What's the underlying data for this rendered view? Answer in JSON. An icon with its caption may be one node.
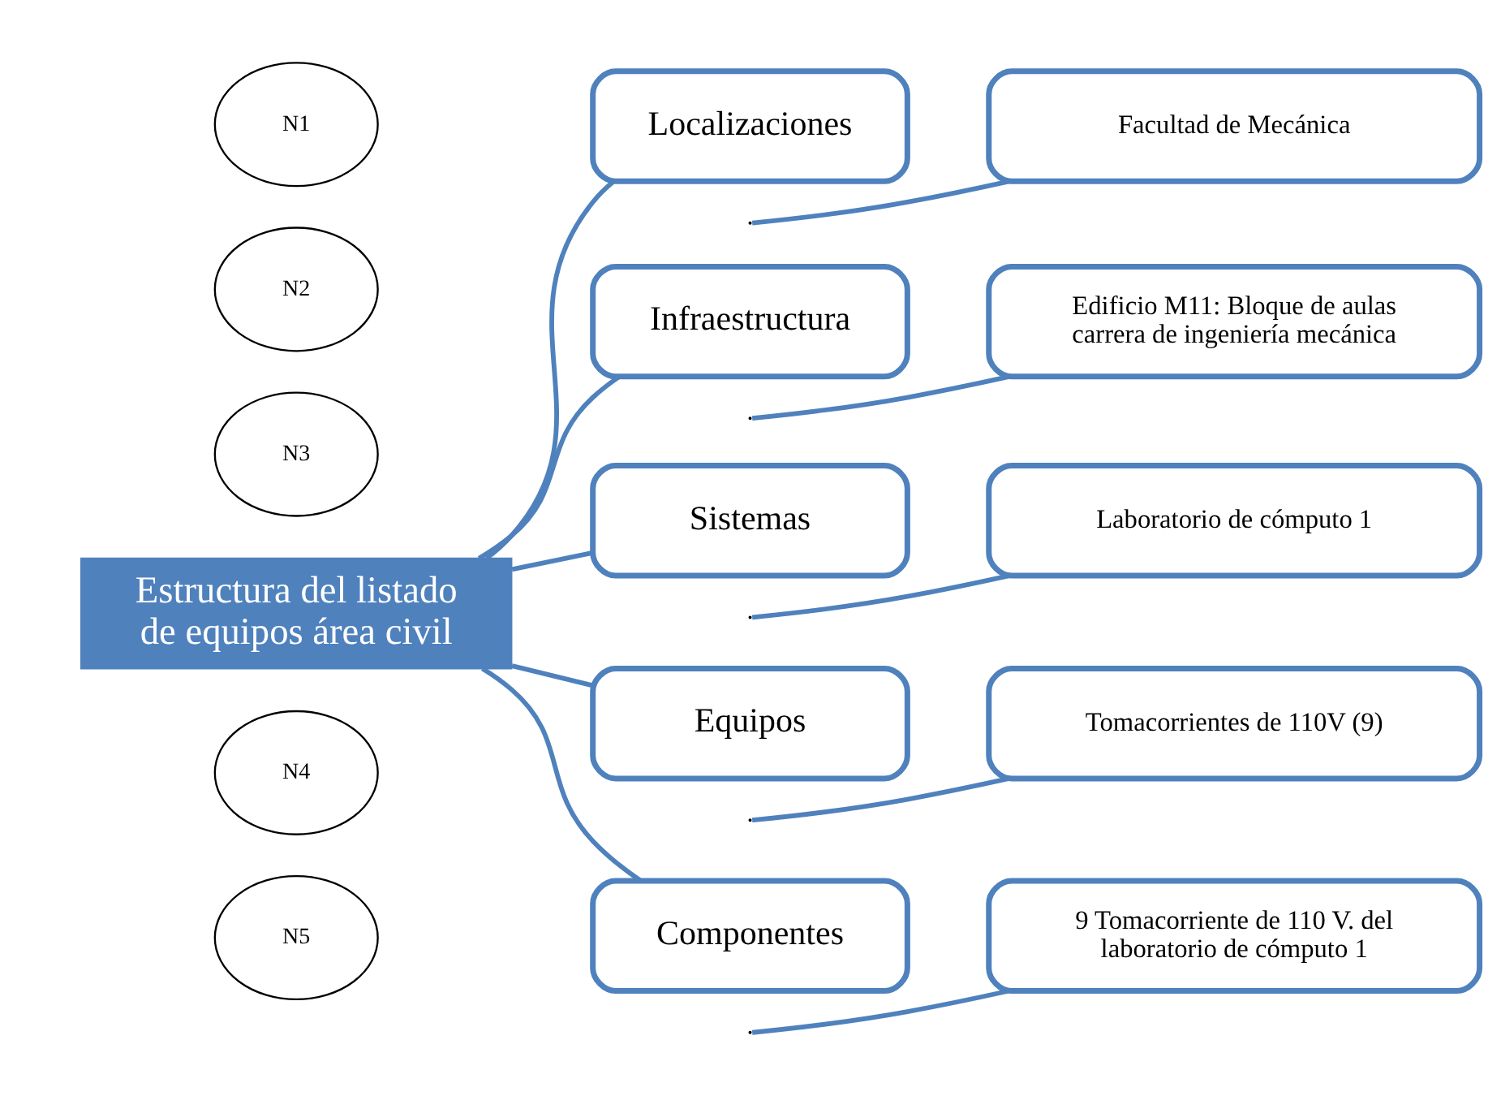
{
  "diagram": {
    "nodes": [
      {
        "text": [
          "Estructura del listado de equipos área civil"
        ]
      },
      {
        "text": [
          "N1"
        ]
      },
      {
        "text": [
          "N2"
        ]
      },
      {
        "text": [
          "N3"
        ]
      },
      {
        "text": [
          "N4"
        ]
      },
      {
        "text": [
          "N5"
        ]
      },
      {
        "text": [
          "Localizaciones"
        ]
      },
      {
        "text": [
          "Infraestructura"
        ]
      },
      {
        "text": [
          "Sistemas"
        ]
      },
      {
        "text": [
          "Equipos"
        ]
      },
      {
        "text": [
          "Componentes"
        ]
      },
      {
        "text": [
          "Facultad de Mecánica"
        ]
      },
      {
        "text": [
          "Edificio M11: Bloque de aulas carrera de ingeniería mecánica"
        ]
      },
      {
        "text": [
          "Laboratorio de cómputo 1"
        ]
      },
      {
        "text": [
          "Tomacorrientes de 110V (9)"
        ]
      },
      {
        "text": [
          "9 Tomacorriente de 110 V. del laboratorio de cómputo 1"
        ]
      }
    ],
    "edges": [
      {
        "from": 0,
        "to": 6,
        "arrow": "none"
      },
      {
        "from": 0,
        "to": 7,
        "arrow": "none"
      },
      {
        "from": 0,
        "to": 8,
        "arrow": "none"
      },
      {
        "from": 0,
        "to": 9,
        "arrow": "none"
      },
      {
        "from": 0,
        "to": 10,
        "arrow": "none"
      },
      {
        "from": null,
        "to": 11,
        "arrow": "none"
      },
      {
        "from": null,
        "to": 12,
        "arrow": "none"
      },
      {
        "from": null,
        "to": 13,
        "arrow": "none"
      },
      {
        "from": null,
        "to": 14,
        "arrow": "none"
      },
      {
        "from": null,
        "to": 15,
        "arrow": "none"
      }
    ]
  }
}
